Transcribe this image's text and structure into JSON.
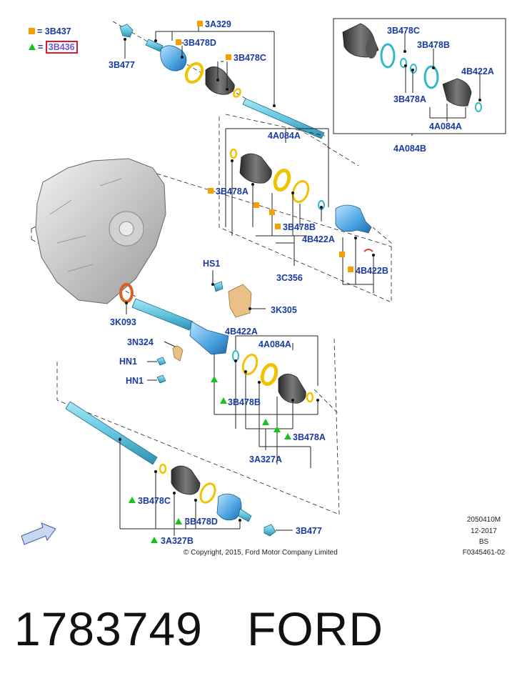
{
  "legend": {
    "square_part": "3B437",
    "triangle_part": "3B436",
    "equals": "="
  },
  "labels": {
    "p3A329": "3A329",
    "p3B478D_top": "3B478D",
    "p3B478C_top": "3B478C",
    "p3B477_top": "3B477",
    "inset_3B478C": "3B478C",
    "inset_3B478B": "3B478B",
    "inset_4B422A": "4B422A",
    "inset_3B478A": "3B478A",
    "inset_4A084A": "4A084A",
    "inset_4A084B": "4A084B",
    "mid_4A084A": "4A084A",
    "mid_3B478A": "3B478A",
    "mid_3B478B": "3B478B",
    "mid_4B422A": "4B422A",
    "mid_4B422B": "4B422B",
    "mid_3C356": "3C356",
    "hs1": "HS1",
    "p3K093": "3K093",
    "p3K305": "3K305",
    "p3N324": "3N324",
    "hn1_a": "HN1",
    "hn1_b": "HN1",
    "low_4B422A": "4B422A",
    "low_4A084A": "4A084A",
    "low_3B478B": "3B478B",
    "low_3B478A": "3B478A",
    "low_3A327A": "3A327A",
    "bot_3B478C": "3B478C",
    "bot_3B478D": "3B478D",
    "bot_3A327B": "3A327B",
    "bot_3B477": "3B477"
  },
  "meta": {
    "code": "2050410M",
    "date": "12-2017",
    "bs": "BS",
    "figure": "F0345461-02"
  },
  "copyright": "© Copyright, 2015, Ford Motor Company Limited",
  "part_number": "1783749",
  "brand": "FORD",
  "colors": {
    "label_blue": "#1a3aa0",
    "shaft_cyan": "#63c5e0",
    "boot_gray": "#4a4a4a",
    "clamp_yellow": "#f2c200",
    "square_orange": "#f5a000",
    "triangle_green": "#19c21c",
    "seal_orange": "#d9601e",
    "box_red": "#e0182a"
  }
}
